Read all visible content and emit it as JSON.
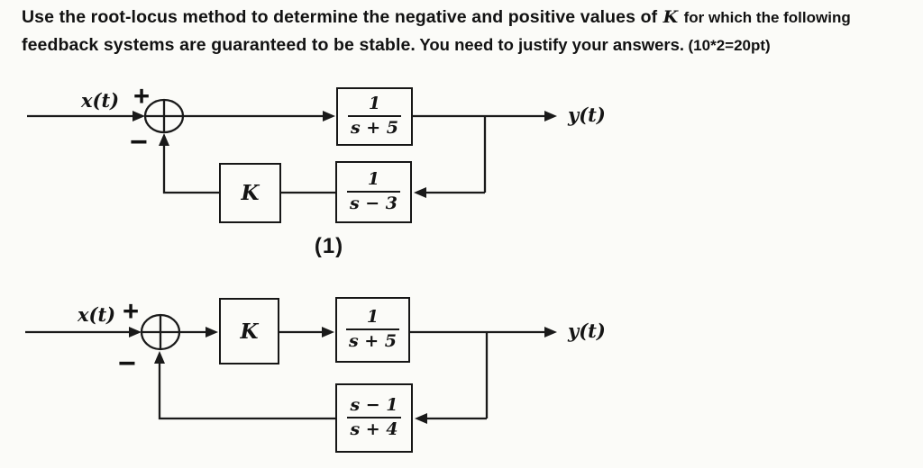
{
  "page": {
    "background": "#fbfbf8",
    "ink": "#141414",
    "line_color": "#1a1a1a"
  },
  "heading": {
    "line1_a": "Use the root-locus method to determine the negative and positive values of",
    "line1_k": "K",
    "line1_b": "for which the following",
    "line2_a": "feedback systems are guaranteed to be stable.",
    "line2_b": "You need to justify your answers.",
    "line2_c": "(10*2=20pt)"
  },
  "diagram1": {
    "caption": "(1)",
    "input_label": "x(t)",
    "output_label": "y(t)",
    "plus_sign": "+",
    "minus_sign": "−",
    "forward_block": {
      "num": "1",
      "den": "s + 5"
    },
    "gain_block": "K",
    "feedback_block": {
      "num": "1",
      "den": "s − 3"
    }
  },
  "diagram2": {
    "input_label": "x(t)",
    "output_label": "y(t)",
    "plus_sign": "+",
    "minus_sign": "−",
    "gain_block": "K",
    "forward_block": {
      "num": "1",
      "den": "s + 5"
    },
    "feedback_block": {
      "num": "s − 1",
      "den": "s + 4"
    }
  }
}
